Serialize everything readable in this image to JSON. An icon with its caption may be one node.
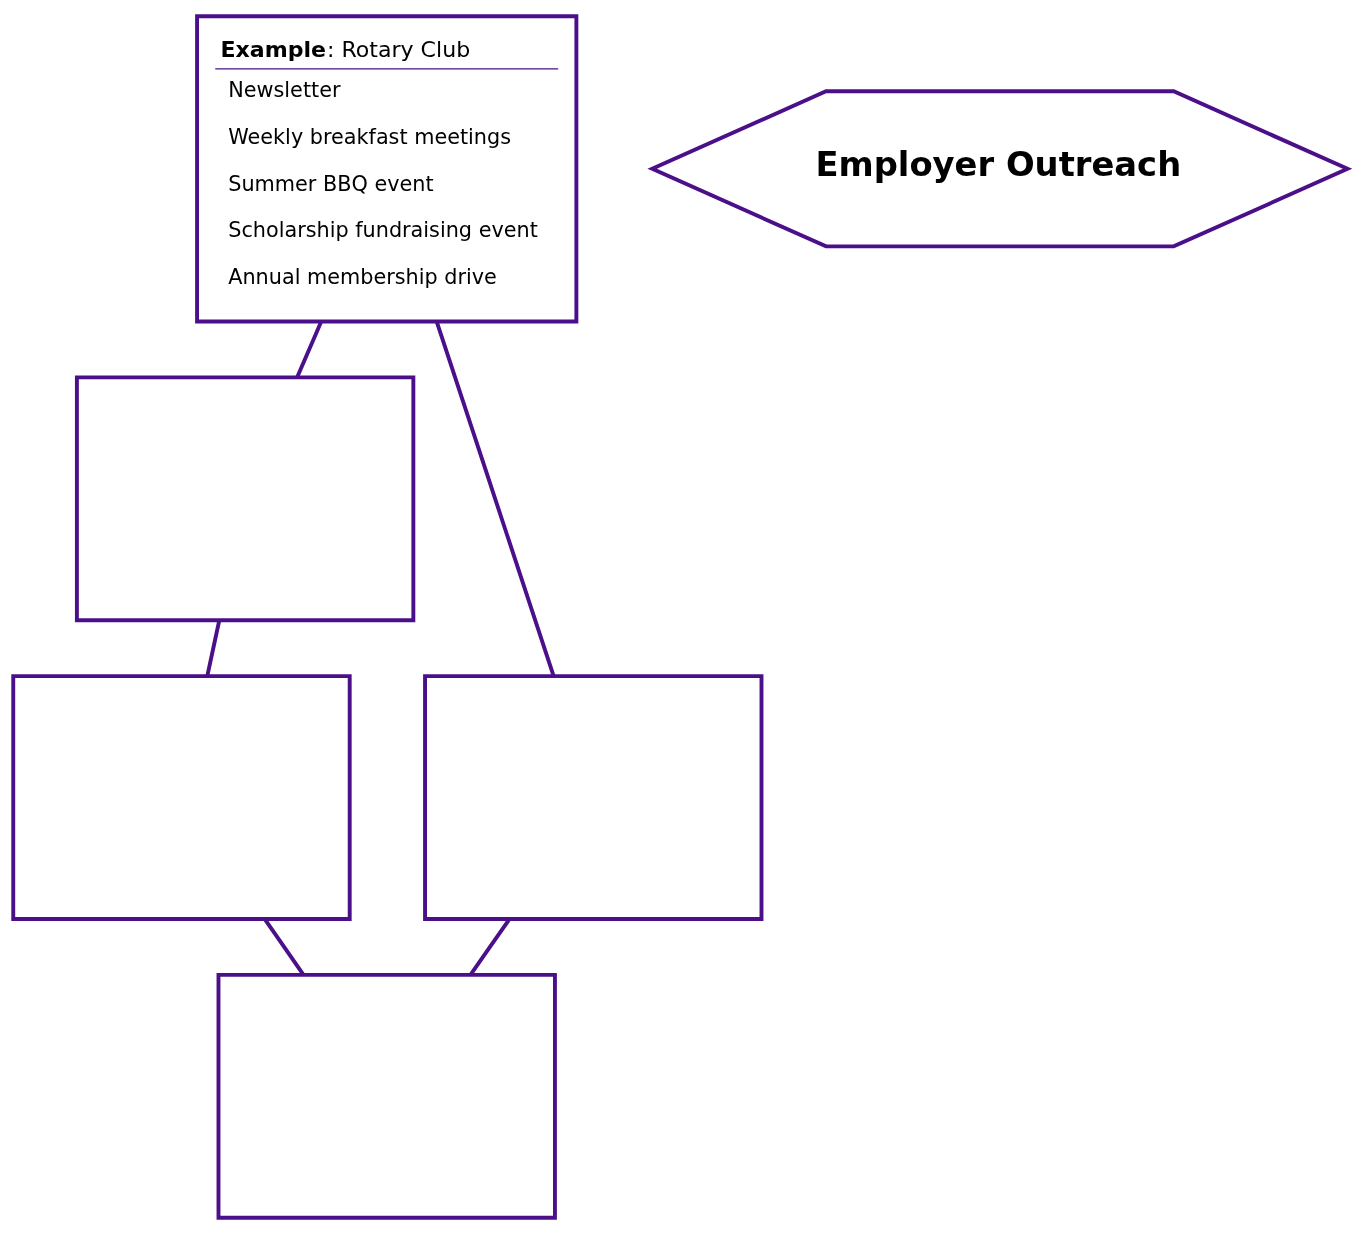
{
  "diagram": {
    "nodes": [
      {
        "text": [
          "**Example**: Rotary Club",
          "Newsletter",
          "Weekly breakfast meetings",
          "Summer BBQ event",
          "Scholarship fundraising event",
          "Annual membership drive"
        ]
      },
      {
        "text": [],
        "shape": "box"
      },
      {
        "text": [],
        "shape": "box"
      },
      {
        "text": [
          "Employer Outreach"
        ]
      },
      {
        "text": [],
        "shape": "box"
      },
      {
        "text": [],
        "shape": "box"
      }
    ],
    "edges": [
      {
        "from": 0,
        "to": 1,
        "arrow": "none"
      },
      {
        "from": 0,
        "to": 2,
        "arrow": "none"
      },
      {
        "from": 1,
        "to": 4,
        "arrow": "none"
      },
      {
        "from": 2,
        "to": 5,
        "arrow": "none"
      },
      {
        "from": 4,
        "to": 5,
        "arrow": "none"
      }
    ]
  }
}
